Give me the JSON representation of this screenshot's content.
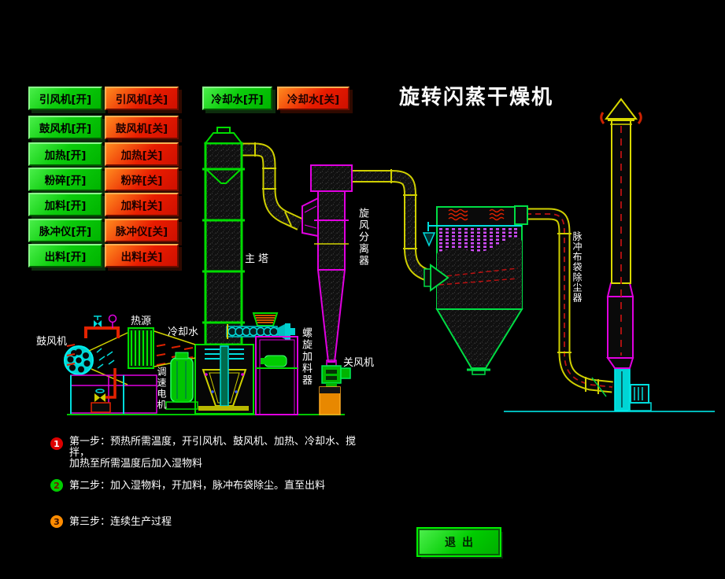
{
  "title": "旋转闪蒸干燥机",
  "controls": {
    "left_pairs": [
      {
        "on": "引风机[开]",
        "off": "引风机[关]"
      },
      {
        "on": "鼓风机[开]",
        "off": "鼓风机[关]"
      },
      {
        "on": "加热[开]",
        "off": "加热[关]"
      },
      {
        "on": "粉碎[开]",
        "off": "粉碎[关]"
      },
      {
        "on": "加料[开]",
        "off": "加料[关]"
      },
      {
        "on": "脉冲仪[开]",
        "off": "脉冲仪[关]"
      },
      {
        "on": "出料[开]",
        "off": "出料[关]"
      }
    ],
    "top_pair": {
      "on": "冷却水[开]",
      "off": "冷却水[关]"
    }
  },
  "equipment_labels": {
    "blower": "鼓风机",
    "heat_source": "热源",
    "cooling_water": "冷却水",
    "speed_motor": "调速电机",
    "main_tower": "主塔",
    "screw_feeder": "螺旋加料器",
    "cyclone": "旋风分离器",
    "rotary_valve": "关风机",
    "bag_filter": "脉冲布袋除尘器"
  },
  "steps": [
    {
      "num": "1",
      "badge_color": "#dd0000",
      "num_color": "#ffffff",
      "line1": "第一步：预热所需温度，开引风机、鼓风机、加热、冷却水、搅拌，",
      "line2": "加热至所需温度后加入湿物料"
    },
    {
      "num": "2",
      "badge_color": "#00cc00",
      "num_color": "#7a1500",
      "line1": "第二步：加入湿物料，开加料，脉冲布袋除尘。直至出料",
      "line2": ""
    },
    {
      "num": "3",
      "badge_color": "#ff8c00",
      "num_color": "#3a1000",
      "line1": "第三步：连续生产过程",
      "line2": ""
    }
  ],
  "exit_label": "退出",
  "colors": {
    "on_green": "#00cc00",
    "off_red": "#e81c00",
    "pipe_yellow": "#d9d900",
    "equipment_magenta": "#e000e0",
    "equipment_cyan": "#00dcdc",
    "equipment_green": "#00dc00",
    "hot_red": "#dd2200",
    "material_orange": "#e88800"
  }
}
